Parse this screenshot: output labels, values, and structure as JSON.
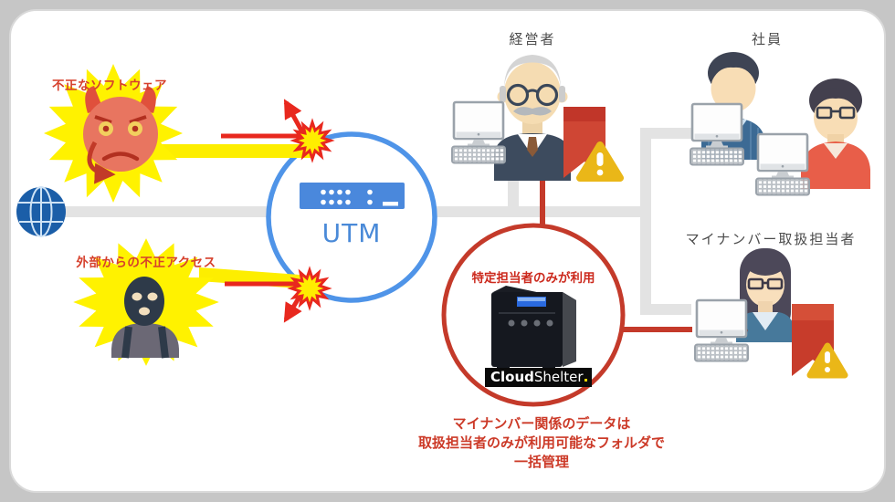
{
  "colors": {
    "accent_blue": "#4a8ad8",
    "accent_red": "#c43a2a",
    "beam_yellow": "#fdee00",
    "warning_yellow": "#eab718",
    "line_gray": "#e3e3e3"
  },
  "threats": {
    "malware_label": "不正なソフトウェア",
    "intrusion_label": "外部からの不正アクセス"
  },
  "utm": {
    "label": "UTM"
  },
  "people": {
    "executive_label": "経営者",
    "employees_label": "社員",
    "mynumber_staff_label": "マイナンバー取扱担当者"
  },
  "nas": {
    "restriction_label": "特定担当者のみが利用",
    "brand_bold": "Cloud",
    "brand_light": "Shelter",
    "caption_lines": [
      "マイナンバー関係のデータは",
      "取扱担当者のみが利用可能なフォルダで",
      "一括管理"
    ]
  },
  "icons": {
    "internet": "globe-icon",
    "malware": "devil-icon",
    "intruder": "burglar-icon",
    "utm": "utm-appliance-icon",
    "computer": "desktop-computer-icon",
    "storage": "nas-device-icon",
    "alert": "warning-triangle-icon",
    "flag": "ribbon-bookmark-icon"
  }
}
